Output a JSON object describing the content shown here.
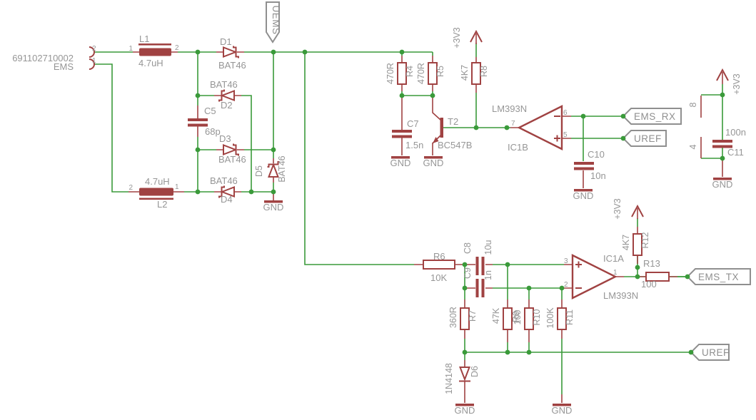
{
  "title": {
    "part": "691102710002",
    "name": "EMS"
  },
  "connector": {
    "pin_top": "2",
    "pin_bottom": "1"
  },
  "inductors": {
    "l1": {
      "name": "L1",
      "value": "4.7uH",
      "pin_left": "1",
      "pin_right": "2"
    },
    "l2": {
      "name": "L2",
      "value": "4.7uH",
      "pin_left": "2",
      "pin_right": "1"
    }
  },
  "diodes": {
    "d1": {
      "name": "D1",
      "value": "BAT46"
    },
    "d2": {
      "name": "D2",
      "value": "BAT46"
    },
    "d3": {
      "name": "D3",
      "value": "BAT46"
    },
    "d4": {
      "name": "D4",
      "value": "BAT46"
    },
    "d5": {
      "name": "D5",
      "value": "BAT46"
    },
    "d6": {
      "name": "D6",
      "value": "1N4148"
    }
  },
  "capacitors": {
    "c5": {
      "name": "C5",
      "value": "68p"
    },
    "c7": {
      "name": "C7",
      "value": "1.5n"
    },
    "c8": {
      "name": "C8",
      "value": "10u"
    },
    "c9": {
      "name": "C9",
      "value": "1n"
    },
    "c10": {
      "name": "C10",
      "value": "10n"
    },
    "c11": {
      "name": "C11",
      "value": "100n"
    }
  },
  "resistors": {
    "r4": {
      "name": "R4",
      "value": "470R"
    },
    "r5": {
      "name": "R5",
      "value": "470R"
    },
    "r6": {
      "name": "R6",
      "value": "10K"
    },
    "r7": {
      "name": "R7",
      "value": "360R"
    },
    "r8": {
      "name": "R8",
      "value": "4K7"
    },
    "r9": {
      "name": "R9",
      "value": "47K"
    },
    "r10": {
      "name": "R10",
      "value": "100"
    },
    "r11": {
      "name": "R11",
      "value": "100K"
    },
    "r12": {
      "name": "R12",
      "value": "4K7"
    },
    "r13": {
      "name": "R13",
      "value": "100"
    }
  },
  "transistors": {
    "t2": {
      "name": "T2",
      "value": "BC547B"
    }
  },
  "ics": {
    "ic1b": {
      "name": "IC1B",
      "part": "LM393N",
      "pin_out": "7",
      "pin_inn": "6",
      "pin_inp": "5"
    },
    "ic1a": {
      "name": "IC1A",
      "part": "LM393N",
      "pin_out": "1",
      "pin_inp": "3",
      "pin_inn": "2"
    },
    "power_pins": {
      "vcc_pin": "8",
      "gnd_pin": "4"
    }
  },
  "nets": {
    "uems": "UEMS",
    "ems_rx": "EMS_RX",
    "uref": "UREF",
    "ems_tx": "EMS_TX",
    "vcc": "+3V3",
    "gnd": "GND"
  },
  "colors": {
    "wire": "#3a9a3a",
    "component": "#a04242",
    "text": "#969696",
    "flag": "#8f8f8f"
  }
}
